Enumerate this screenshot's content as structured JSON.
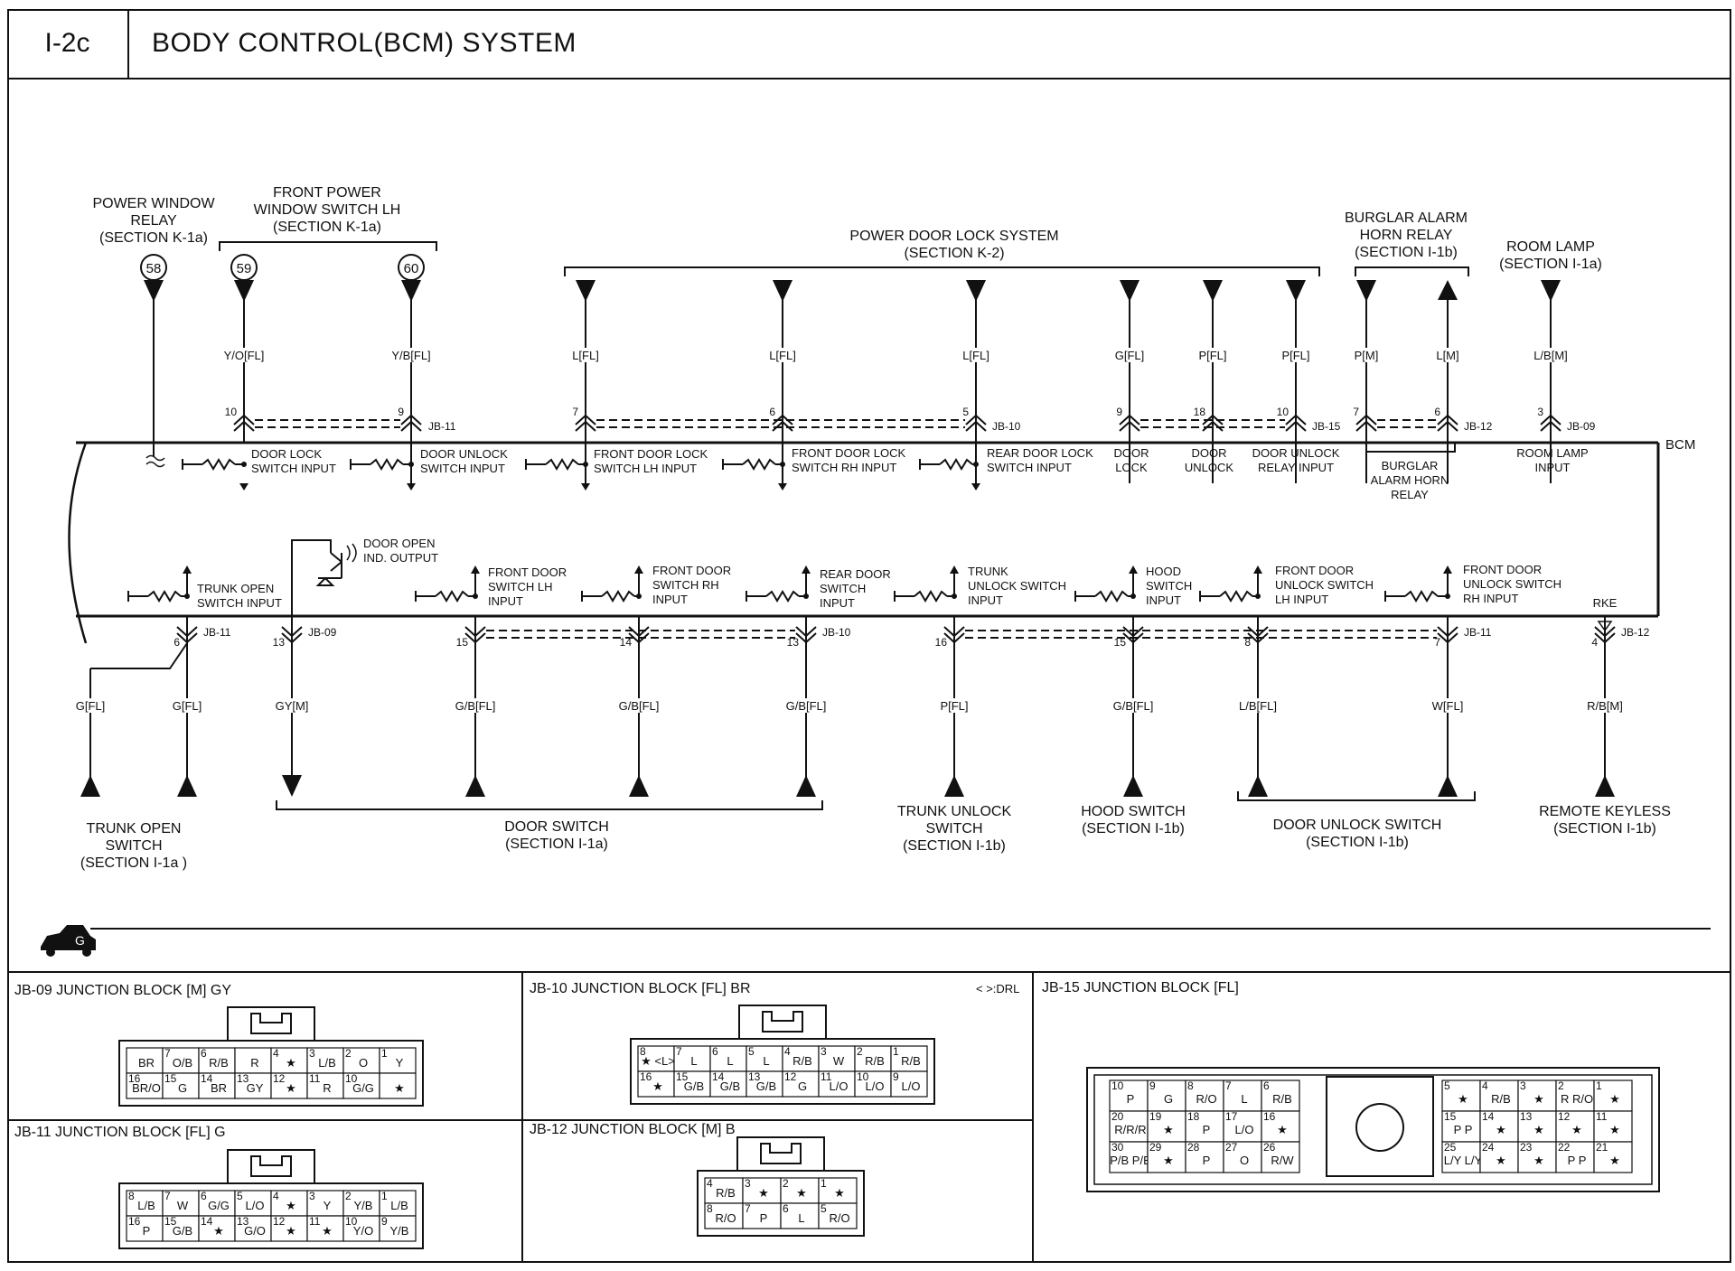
{
  "header": {
    "code": "I-2c",
    "title": "BODY CONTROL(BCM) SYSTEM"
  },
  "top_components": [
    {
      "label": [
        "POWER WINDOW",
        "RELAY",
        "(SECTION K-1a)"
      ]
    },
    {
      "label": [
        "FRONT POWER",
        "WINDOW SWITCH LH",
        "(SECTION K-1a)"
      ]
    },
    {
      "label": [
        "POWER DOOR LOCK SYSTEM",
        "(SECTION K-2)"
      ]
    },
    {
      "label": [
        "BURGLAR ALARM",
        "HORN RELAY",
        "(SECTION I-1b)"
      ]
    },
    {
      "label": [
        "ROOM LAMP",
        "(SECTION I-1a)"
      ]
    }
  ],
  "circle_refs": [
    "58",
    "59",
    "60"
  ],
  "top_wires": [
    {
      "color": "Y/O[FL]",
      "pin": "10"
    },
    {
      "color": "Y/B[FL]",
      "pin": "9"
    },
    {
      "color": "L[FL]",
      "pin": "7"
    },
    {
      "color": "L[FL]",
      "pin": "6"
    },
    {
      "color": "L[FL]",
      "pin": "5"
    },
    {
      "color": "G[FL]",
      "pin": "9"
    },
    {
      "color": "P[FL]",
      "pin": "18"
    },
    {
      "color": "P[FL]",
      "pin": "10"
    },
    {
      "color": "P[M]",
      "pin": "7"
    },
    {
      "color": "L[M]",
      "pin": "6"
    },
    {
      "color": "L/B[M]",
      "pin": "3"
    }
  ],
  "top_jb": [
    "JB-11",
    "JB-10",
    "JB-15",
    "JB-12",
    "JB-09"
  ],
  "bcm_label": "BCM",
  "bcm_top_inputs": [
    [
      "DOOR LOCK",
      "SWITCH INPUT"
    ],
    [
      "DOOR UNLOCK",
      "SWITCH INPUT"
    ],
    [
      "FRONT DOOR LOCK",
      "SWITCH LH INPUT"
    ],
    [
      "FRONT DOOR LOCK",
      "SWITCH RH INPUT"
    ],
    [
      "REAR DOOR LOCK",
      "SWITCH INPUT"
    ],
    [
      "DOOR",
      "LOCK"
    ],
    [
      "DOOR",
      "UNLOCK"
    ],
    [
      "DOOR UNLOCK",
      "RELAY INPUT"
    ],
    [
      "BURGLAR",
      "ALARM HORN",
      "RELAY"
    ],
    [
      "ROOM LAMP",
      "INPUT"
    ]
  ],
  "bcm_bottom_inputs": [
    [
      "TRUNK OPEN",
      "SWITCH INPUT"
    ],
    [
      "DOOR OPEN",
      "IND. OUTPUT"
    ],
    [
      "FRONT DOOR",
      "SWITCH LH",
      "INPUT"
    ],
    [
      "FRONT DOOR",
      "SWITCH RH",
      "INPUT"
    ],
    [
      "REAR DOOR",
      "SWITCH",
      "INPUT"
    ],
    [
      "TRUNK",
      "UNLOCK SWITCH",
      "INPUT"
    ],
    [
      "HOOD",
      "SWITCH",
      "INPUT"
    ],
    [
      "FRONT DOOR",
      "UNLOCK SWITCH",
      "LH INPUT"
    ],
    [
      "FRONT DOOR",
      "UNLOCK SWITCH",
      "RH INPUT"
    ],
    [
      "RKE"
    ]
  ],
  "bottom_wires": [
    {
      "color": "G[FL]",
      "pin": ""
    },
    {
      "color": "G[FL]",
      "pin": "6"
    },
    {
      "color": "GY[M]",
      "pin": "13"
    },
    {
      "color": "G/B[FL]",
      "pin": "15"
    },
    {
      "color": "G/B[FL]",
      "pin": "14"
    },
    {
      "color": "G/B[FL]",
      "pin": "13"
    },
    {
      "color": "P[FL]",
      "pin": "16"
    },
    {
      "color": "G/B[FL]",
      "pin": "15"
    },
    {
      "color": "L/B[FL]",
      "pin": "8"
    },
    {
      "color": "W[FL]",
      "pin": "7"
    },
    {
      "color": "R/B[M]",
      "pin": "4"
    }
  ],
  "bottom_jb": [
    "JB-11",
    "JB-09",
    "JB-10",
    "JB-11",
    "JB-12"
  ],
  "bottom_components": [
    {
      "label": [
        "TRUNK OPEN",
        "SWITCH",
        "(SECTION I-1a )"
      ]
    },
    {
      "label": [
        "DOOR SWITCH",
        "(SECTION I-1a)"
      ]
    },
    {
      "label": [
        "TRUNK UNLOCK",
        "SWITCH",
        "(SECTION I-1b)"
      ]
    },
    {
      "label": [
        "HOOD SWITCH",
        "(SECTION I-1b)"
      ]
    },
    {
      "label": [
        "DOOR UNLOCK SWITCH",
        "(SECTION I-1b)"
      ]
    },
    {
      "label": [
        "REMOTE KEYLESS",
        "(SECTION I-1b)"
      ]
    }
  ],
  "ground_symbol": "G",
  "connectors": {
    "jb09": {
      "title": "JB-09 JUNCTION BLOCK [M] GY",
      "rows": [
        [
          [
            "",
            "BR"
          ],
          [
            "7",
            "O/B"
          ],
          [
            "6",
            "R/B"
          ],
          [
            "",
            "R"
          ],
          [
            "4",
            "★"
          ],
          [
            "3",
            "L/B"
          ],
          [
            "2",
            "O"
          ],
          [
            "1",
            "Y"
          ]
        ],
        [
          [
            "16",
            "BR/O"
          ],
          [
            "15",
            "G"
          ],
          [
            "14",
            "BR"
          ],
          [
            "13",
            "GY"
          ],
          [
            "12",
            "★"
          ],
          [
            "11",
            "R"
          ],
          [
            "10",
            "G/G"
          ],
          [
            "",
            "★"
          ]
        ]
      ]
    },
    "jb10": {
      "title": "JB-10 JUNCTION BLOCK [FL] BR",
      "note": "< >:DRL",
      "rows": [
        [
          [
            "8",
            "★ <L>"
          ],
          [
            "7",
            "L"
          ],
          [
            "6",
            "L"
          ],
          [
            "5",
            "L"
          ],
          [
            "4",
            "R/B"
          ],
          [
            "3",
            "W"
          ],
          [
            "2",
            "R/B"
          ],
          [
            "1",
            "R/B"
          ]
        ],
        [
          [
            "16",
            "★"
          ],
          [
            "15",
            "G/B"
          ],
          [
            "14",
            "G/B"
          ],
          [
            "13",
            "G/B"
          ],
          [
            "12",
            "G"
          ],
          [
            "11",
            "L/O"
          ],
          [
            "10",
            "L/O"
          ],
          [
            "9",
            "L/O"
          ]
        ]
      ]
    },
    "jb11": {
      "title": "JB-11 JUNCTION BLOCK [FL] G",
      "rows": [
        [
          [
            "8",
            "L/B"
          ],
          [
            "7",
            "W"
          ],
          [
            "6",
            "G/G"
          ],
          [
            "5",
            "L/O"
          ],
          [
            "4",
            "★"
          ],
          [
            "3",
            "Y"
          ],
          [
            "2",
            "Y/B"
          ],
          [
            "1",
            "L/B"
          ]
        ],
        [
          [
            "16",
            "P"
          ],
          [
            "15",
            "G/B"
          ],
          [
            "14",
            "★"
          ],
          [
            "13",
            "G/O"
          ],
          [
            "12",
            "★"
          ],
          [
            "11",
            "★"
          ],
          [
            "10",
            "Y/O"
          ],
          [
            "9",
            "Y/B"
          ]
        ]
      ]
    },
    "jb12": {
      "title": "JB-12 JUNCTION BLOCK  [M] B",
      "rows": [
        [
          [
            "4",
            "R/B"
          ],
          [
            "3",
            "★"
          ],
          [
            "2",
            "★"
          ],
          [
            "1",
            "★"
          ]
        ],
        [
          [
            "8",
            "R/O"
          ],
          [
            "7",
            "P"
          ],
          [
            "6",
            "L"
          ],
          [
            "5",
            "R/O"
          ]
        ]
      ]
    },
    "jb15": {
      "title": "JB-15 JUNCTION BLOCK [FL]",
      "left_rows": [
        [
          [
            "10",
            "P"
          ],
          [
            "9",
            "G"
          ],
          [
            "8",
            "R/O"
          ],
          [
            "7",
            "L"
          ],
          [
            "6",
            "R/B"
          ]
        ],
        [
          [
            "20",
            "R/R/R"
          ],
          [
            "19",
            "★"
          ],
          [
            "18",
            "P"
          ],
          [
            "17",
            "L/O"
          ],
          [
            "16",
            "★"
          ]
        ],
        [
          [
            "30",
            "P/B P/B"
          ],
          [
            "29",
            "★"
          ],
          [
            "28",
            "P"
          ],
          [
            "27",
            "O"
          ],
          [
            "26",
            "R/W"
          ]
        ]
      ],
      "right_rows": [
        [
          [
            "5",
            "★"
          ],
          [
            "4",
            "R/B"
          ],
          [
            "3",
            "★"
          ],
          [
            "2",
            "R R/O"
          ],
          [
            "1",
            "★"
          ]
        ],
        [
          [
            "15",
            "P P"
          ],
          [
            "14",
            "★"
          ],
          [
            "13",
            "★"
          ],
          [
            "12",
            "★"
          ],
          [
            "11",
            "★"
          ]
        ],
        [
          [
            "25",
            "L/Y L/Y"
          ],
          [
            "24",
            "★"
          ],
          [
            "23",
            "★"
          ],
          [
            "22",
            "P P"
          ],
          [
            "21",
            "★"
          ]
        ]
      ]
    }
  }
}
